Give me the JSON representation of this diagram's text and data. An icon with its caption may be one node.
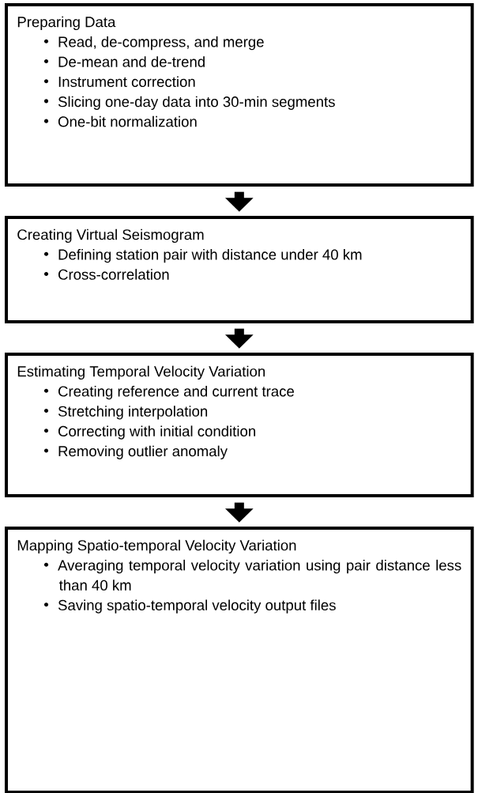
{
  "diagram": {
    "nodes": [
      {
        "text": [
          "Preparing Data",
          "Read, de-compress, and merge",
          "De-mean and de-trend",
          "Instrument correction",
          "Slicing one-day data into 30-min segments",
          "One-bit normalization"
        ]
      },
      {
        "text": [
          "Creating Virtual Seismogram",
          "Defining station pair with distance under 40 km",
          "Cross-correlation"
        ]
      },
      {
        "text": [
          "Estimating Temporal Velocity  Variation",
          "Creating reference and current trace",
          "Stretching interpolation",
          "Correcting with initial condition",
          "Removing outlier anomaly"
        ]
      },
      {
        "text": [
          "Mapping Spatio-temporal Velocity Variation",
          "Averaging temporal velocity variation using pair distance less than 40 km",
          "Saving spatio-temporal velocity output files"
        ]
      }
    ],
    "edges": [
      {
        "from": 0,
        "to": 1,
        "arrow": "to"
      },
      {
        "from": 1,
        "to": 2,
        "arrow": "to"
      },
      {
        "from": 2,
        "to": 3,
        "arrow": "to"
      }
    ]
  }
}
